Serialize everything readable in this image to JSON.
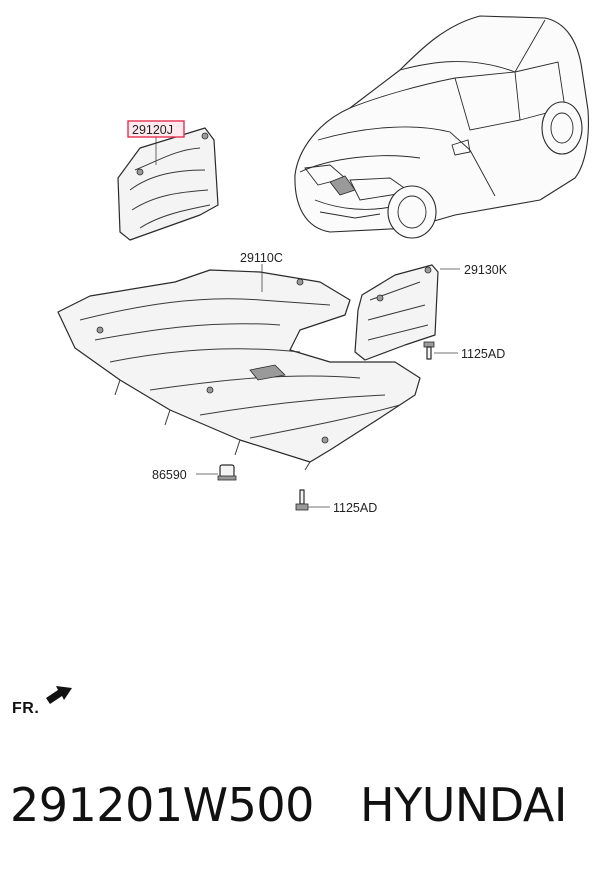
{
  "callouts": {
    "c29120j": "29120J",
    "c29110c": "29110C",
    "c29130k": "29130K",
    "c1125ad_a": "1125AD",
    "c86590": "86590",
    "c1125ad_b": "1125AD"
  },
  "highlight_color": "#e3304e",
  "direction": {
    "label": "FR.",
    "icon": "front-arrow-icon"
  },
  "footer": {
    "part_number": "291201W500",
    "brand": "HYUNDAI"
  }
}
